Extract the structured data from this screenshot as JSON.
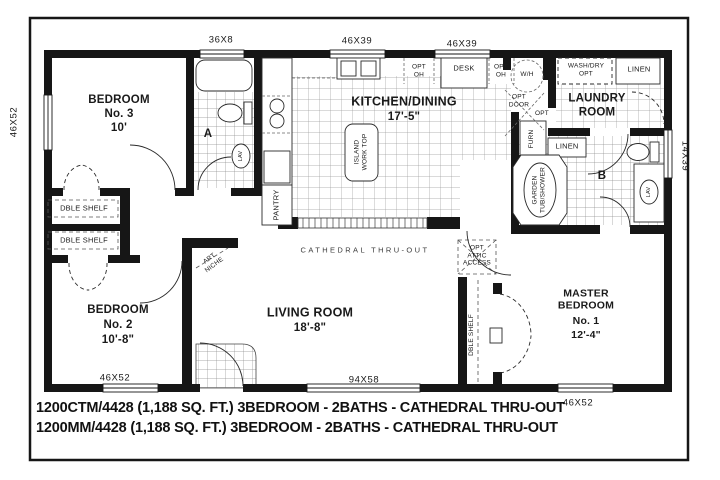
{
  "page": {
    "footer_line1": "1200CTM/4428 (1,188 SQ. FT.) 3BEDROOM - 2BATHS - CATHEDRAL THRU-OUT",
    "footer_line2": "1200MM/4428 (1,188 SQ. FT.) 3BEDROOM - 2BATHS - CATHEDRAL THRU-OUT"
  },
  "rooms": {
    "bedroom3": {
      "name": "BEDROOM",
      "number": "No. 3",
      "size": "10'"
    },
    "bedroom2": {
      "name": "BEDROOM",
      "number": "No. 2",
      "size": "10'-8\""
    },
    "master": {
      "name": "MASTER\nBEDROOM",
      "number": "No. 1",
      "size": "12'-4\""
    },
    "kitchen": {
      "name": "KITCHEN/DINING",
      "size": "17'-5\""
    },
    "living": {
      "name": "LIVING ROOM",
      "size": "18'-8\""
    },
    "laundry": {
      "name": "LAUNDRY\nROOM"
    },
    "bath_a": {
      "label": "A"
    },
    "bath_b": {
      "label": "B"
    }
  },
  "window_dimensions": {
    "top_bath": "36X8",
    "top_kitchen": "46X39",
    "top_desk": "46X39",
    "left_bedroom3": "46X52",
    "right_laundry": "14X39",
    "bottom_bedroom2": "46X52",
    "bottom_living": "94X58",
    "bottom_master": "46X52"
  },
  "features": {
    "dble_shelf": "DBLE SHELF",
    "pantry": "PANTRY",
    "island": "ISLAND\nWORK TOP",
    "opt_oh": "OPT\nOH",
    "desk": "DESK",
    "water_heater": "W/H",
    "opt_door": "OPT\nDOOR",
    "opt": "OPT",
    "furnace": "FURN",
    "wash_dry": "WASH/DRY\nOPT",
    "linen": "LINEN",
    "garden_tub": "GARDEN\nTUB/SHOWER",
    "lav": "LAV",
    "cathedral": "CATHEDRAL THRU-OUT",
    "attic_access": "OPT\nATTIC\nACCESS",
    "art_niche": "ART\nNICHE"
  }
}
